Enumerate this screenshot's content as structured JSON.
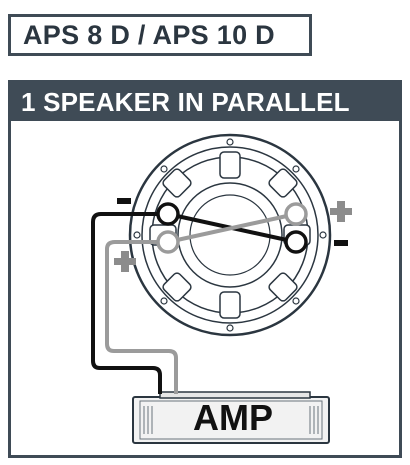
{
  "model": {
    "title": "APS 8 D / APS 10 D"
  },
  "panel": {
    "title": "1 SPEAKER IN PARALLEL"
  },
  "amp": {
    "label": "AMP"
  },
  "colors": {
    "frame": "#3f4b56",
    "negative_wire": "#111111",
    "positive_wire": "#9b9b9b",
    "sign_gray": "#8c8c8c"
  },
  "icons": [
    "speaker-icon",
    "amplifier-icon",
    "minus-sign-icon",
    "plus-sign-icon"
  ]
}
